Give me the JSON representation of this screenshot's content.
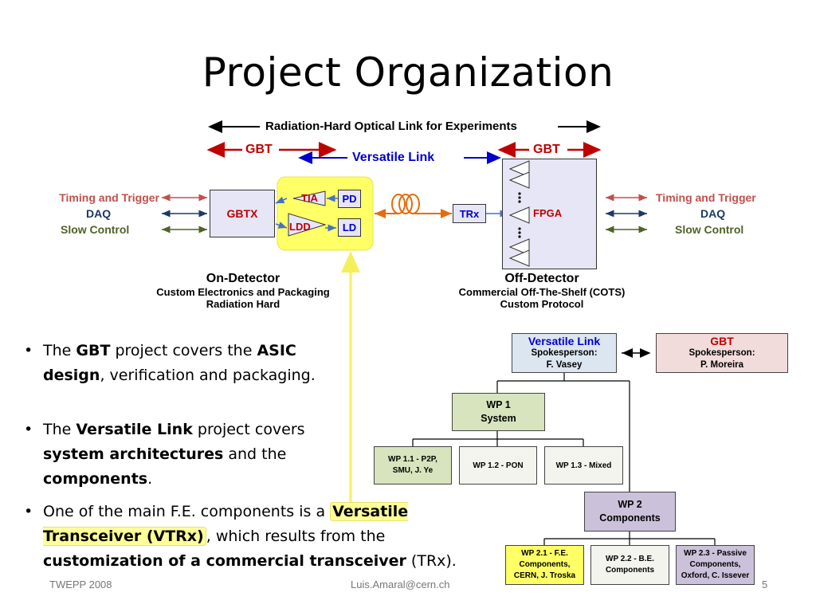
{
  "slide": {
    "title": "Project Organization",
    "footer_left": "TWEPP 2008",
    "footer_center": "Luis.Amaral@cern.ch",
    "page_number": "5"
  },
  "diagram": {
    "top_arrow_label": "Radiation-Hard Optical Link for Experiments",
    "gbt_left": "GBT",
    "gbt_right": "GBT",
    "versatile_link": "Versatile Link",
    "left_signals": [
      "Timing and Trigger",
      "DAQ",
      "Slow Control"
    ],
    "right_signals": [
      "Timing and Trigger",
      "DAQ",
      "Slow Control"
    ],
    "gbtx": "GBTX",
    "tia": "TIA",
    "pd": "PD",
    "ldd": "LDD",
    "ld": "LD",
    "trx": "TRx",
    "fpga": "FPGA",
    "on_detector": {
      "title": "On-Detector",
      "line1": "Custom Electronics and Packaging",
      "line2": "Radiation Hard"
    },
    "off_detector": {
      "title": "Off-Detector",
      "line1": "Commercial Off-The-Shelf (COTS)",
      "line2": "Custom Protocol"
    }
  },
  "colors": {
    "gbt_red": "#c00000",
    "link_blue": "#0000cc",
    "timing_red": "#c0504d",
    "daq_navy": "#1f3864",
    "slow_green": "#4f6228",
    "highlight_yellow": "#ffff66"
  },
  "bullets": [
    {
      "parts": [
        "The ",
        "GBT",
        " project covers the ",
        "ASIC design",
        ", verification and packaging."
      ]
    },
    {
      "parts": [
        "The ",
        "Versatile Link",
        " project covers ",
        "system architectures",
        " and the ",
        "components",
        "."
      ]
    },
    {
      "parts": [
        "One of the main F.E. components is a ",
        "Versatile Transceiver (VTRx)",
        ", which results from the ",
        "customization  of a commercial transceiver",
        " (TRx)."
      ]
    }
  ],
  "org_chart": {
    "vl": {
      "title": "Versatile Link",
      "role": "Spokesperson:",
      "name": "F. Vasey"
    },
    "gbt": {
      "title": "GBT",
      "role": "Spokesperson:",
      "name": "P. Moreira"
    },
    "wp1": {
      "line1": "WP 1",
      "line2": "System"
    },
    "wp11": {
      "line1": "WP 1.1 - P2P,",
      "line2": "SMU, J. Ye"
    },
    "wp12": "WP 1.2 - PON",
    "wp13": "WP 1.3 - Mixed",
    "wp2": {
      "line1": "WP 2",
      "line2": "Components"
    },
    "wp21": {
      "line1": "WP 2.1 - F.E.",
      "line2": "Components,",
      "line3": "CERN, J. Troska"
    },
    "wp22": {
      "line1": "WP 2.2 - B.E.",
      "line2": "Components"
    },
    "wp23": {
      "line1": "WP 2.3 - Passive",
      "line2": "Components,",
      "line3": "Oxford, C. Issever"
    }
  }
}
